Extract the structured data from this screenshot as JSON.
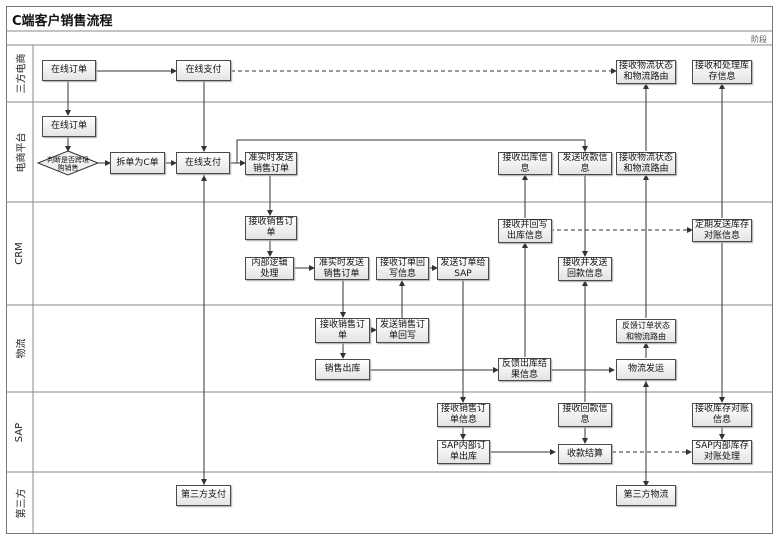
{
  "diagram": {
    "title": "C端客户销售流程",
    "phase_label": "阶段",
    "lanes": [
      {
        "id": "lane-third-party-ecommerce",
        "label": "三方电商"
      },
      {
        "id": "lane-ecommerce-platform",
        "label": "电商平台"
      },
      {
        "id": "lane-crm",
        "label": "CRM"
      },
      {
        "id": "lane-logistics",
        "label": "物流"
      },
      {
        "id": "lane-sap",
        "label": "SAP"
      },
      {
        "id": "lane-third-party",
        "label": "第三方"
      }
    ],
    "nodes": {
      "online_order_1": "在线订单",
      "online_pay_1": "在线支付",
      "recv_logistics_status_1": "接收物流状态和物流路由",
      "recv_process_stock_1": "接收和处理库存信息",
      "online_order_2": "在线订单",
      "decision": "判断是否跨境购销售",
      "split_order": "拆单为C单",
      "online_pay_2": "在线支付",
      "realtime_send_order_1": "准实时发送销售订单",
      "recv_outbound_info": "接收出库信息",
      "send_payment_info": "发送收款信息",
      "recv_logistics_status_2": "接收物流状态和物流路由",
      "recv_sales_order_1": "接收销售订单",
      "internal_logic": "内部逻辑处理",
      "realtime_send_order_2": "准实时发送销售订单",
      "recv_order_writeback": "接收订单回写信息",
      "send_order_to_sap": "发送订单给SAP",
      "recv_writeback_outbound": "接收并回写出库信息",
      "recv_send_payment": "接收并发送回款信息",
      "regular_send_stock": "定期发送库存对账信息",
      "recv_sales_order_2": "接收销售订单",
      "send_order_writeback": "发送销售订单回写",
      "sales_outbound": "销售出库",
      "feedback_outbound_result": "反馈出库结果信息",
      "feedback_order_status": "反馈订单状态和物流路由",
      "logistics_ship": "物流发运",
      "recv_sales_order_info": "接收销售订单信息",
      "recv_payment_info": "接收回款信息",
      "recv_stock_recon": "接收库存对账信息",
      "sap_internal_outbound": "SAP内部订单出库",
      "payment_settlement": "收款结算",
      "sap_internal_recon": "SAP内部库存对账处理",
      "third_party_pay": "第三方支付",
      "third_party_logistics": "第三方物流"
    }
  }
}
